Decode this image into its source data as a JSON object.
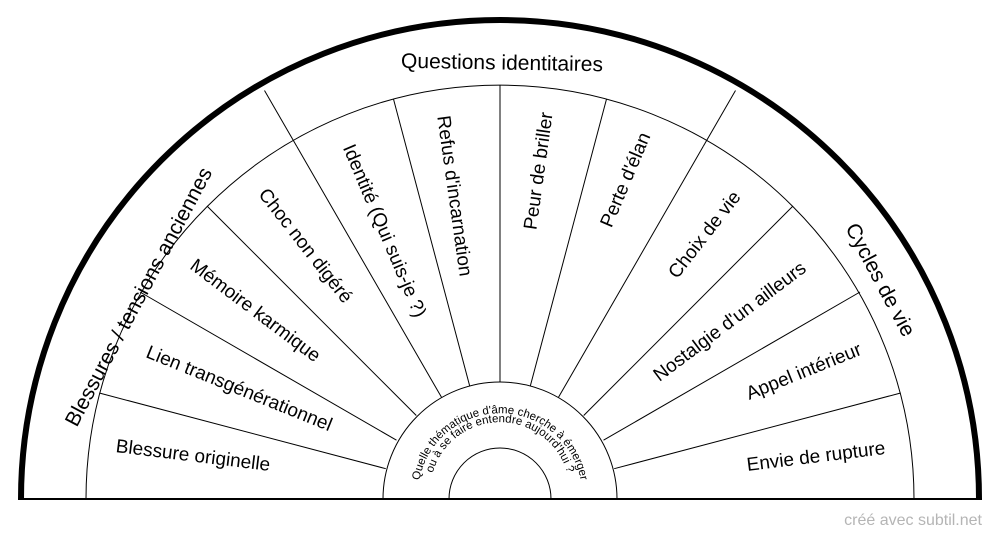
{
  "categories": [
    {
      "title": "Blessures / tensions anciennes",
      "items": [
        "Blessure originelle",
        "Lien transgénérationnel",
        "Mémoire karmique",
        "Choc non digéré"
      ]
    },
    {
      "title": "Questions identitaires",
      "items": [
        "Identité (Qui suis-je ?)",
        "Refus d'incarnation",
        "Peur de briller",
        "Perte d'élan"
      ]
    },
    {
      "title": "Cycles de vie",
      "items": [
        "Choix de vie",
        "Nostalgie d'un ailleurs",
        "Appel intérieur",
        "Envie de rupture"
      ]
    }
  ],
  "center": {
    "question_line1": "Quelle thématique d'âme cherche à émerger",
    "question_line2": "ou à se faire entendre aujourd'hui ?"
  },
  "credit": "créé avec subtil.net",
  "colors": {
    "stroke": "#000000",
    "background": "#ffffff",
    "credit": "#b5b5b5"
  }
}
